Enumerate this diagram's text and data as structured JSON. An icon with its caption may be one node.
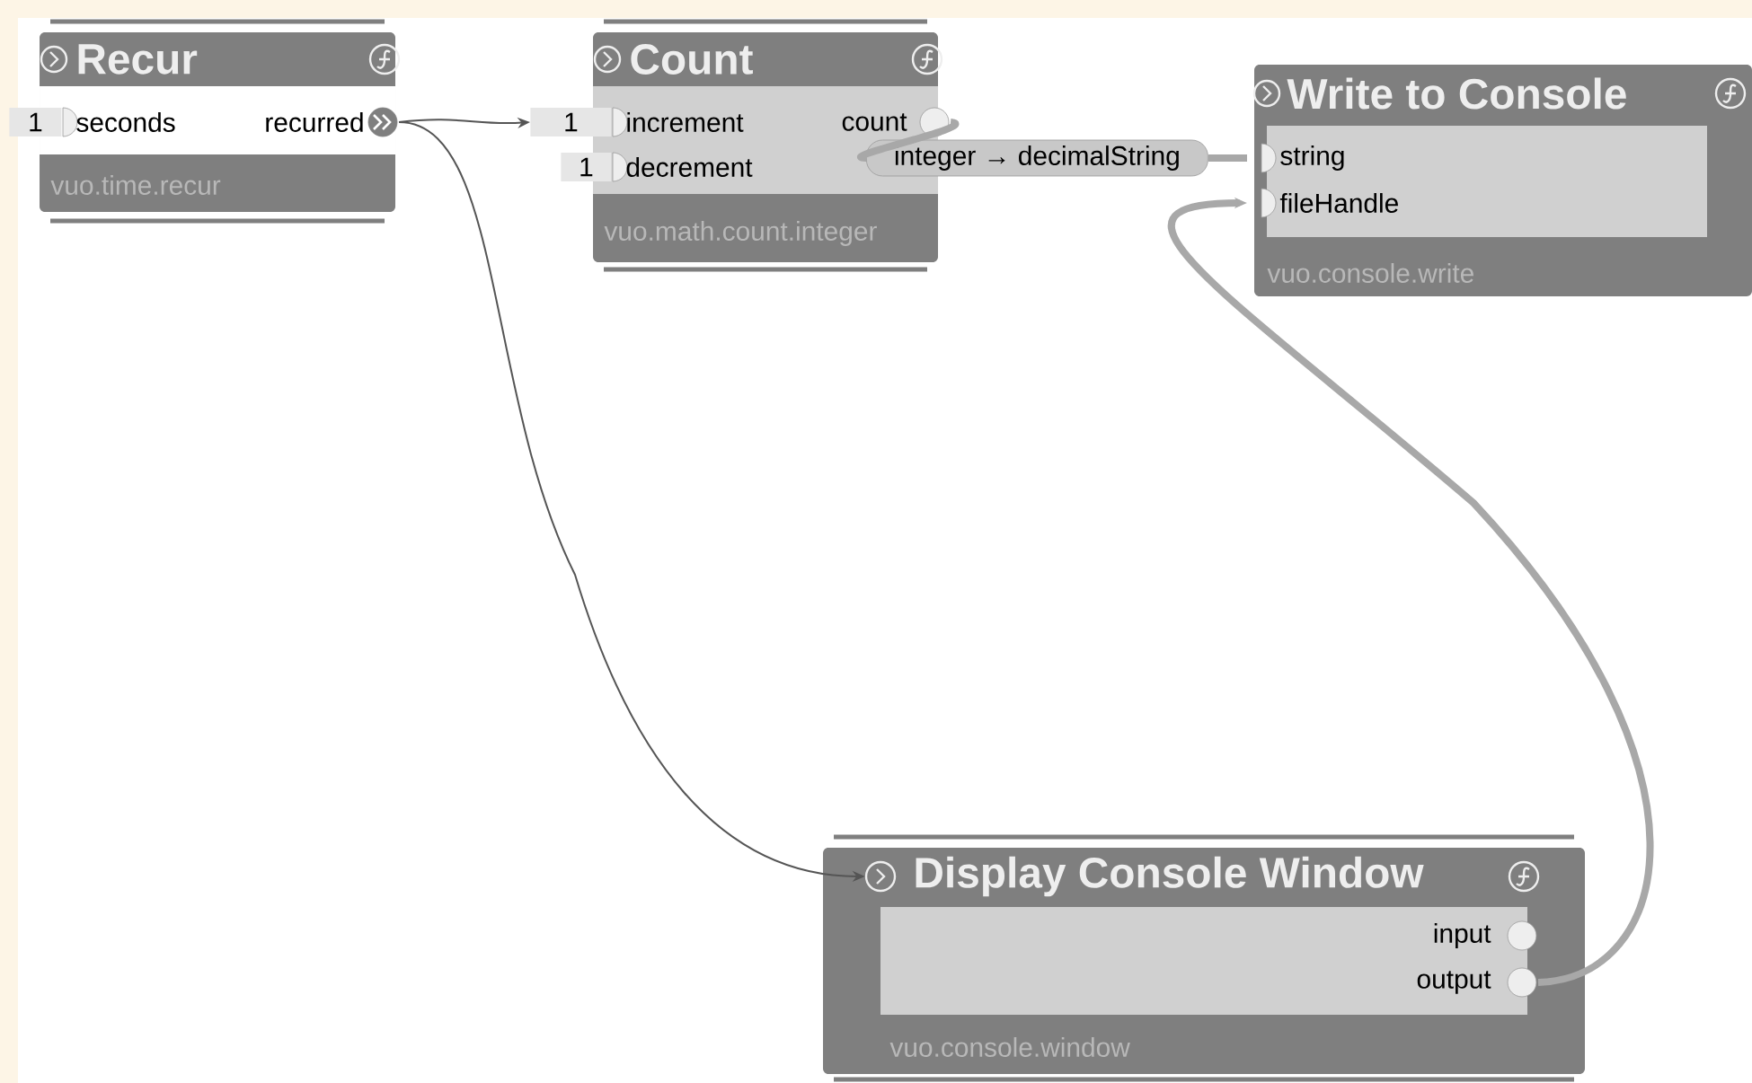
{
  "diagram": {
    "nodes": [
      {
        "text": [
          "Recur",
          "vuo.time.recur"
        ]
      },
      {
        "text": [
          "seconds"
        ],
        "in": 0,
        "beside": [
          "1"
        ]
      },
      {
        "text": [
          "recurred"
        ],
        "in": 0
      },
      {
        "text": [
          "Count",
          "vuo.math.count.integer"
        ]
      },
      {
        "text": [
          "increment"
        ],
        "in": 3,
        "beside": [
          "1"
        ]
      },
      {
        "text": [
          "decrement"
        ],
        "in": 3,
        "beside": [
          "1"
        ]
      },
      {
        "text": [
          "count"
        ],
        "in": 3
      },
      {
        "text": [
          "integer → decimalString"
        ]
      },
      {
        "text": [
          "Write to Console",
          "vuo.console.write"
        ]
      },
      {
        "text": [
          "string"
        ],
        "in": 8
      },
      {
        "text": [
          "fileHandle"
        ],
        "in": 8
      },
      {
        "text": [
          "Display Console Window",
          "vuo.console.window"
        ]
      },
      {
        "text": [],
        "shape": "circle",
        "in": 11
      },
      {
        "text": [
          "input"
        ],
        "in": 11
      },
      {
        "text": [
          "output"
        ],
        "in": 11
      }
    ],
    "edges": [
      {
        "from": 2,
        "to": 4,
        "arrow": "to",
        "color": "#555555"
      },
      {
        "from": 2,
        "to": 12,
        "arrow": "to",
        "color": "#555555"
      },
      {
        "from": 6,
        "to": 7,
        "arrow": "none"
      },
      {
        "from": 7,
        "to": 9,
        "arrow": "none"
      },
      {
        "from": 14,
        "to": 10,
        "arrow": "to"
      }
    ]
  }
}
